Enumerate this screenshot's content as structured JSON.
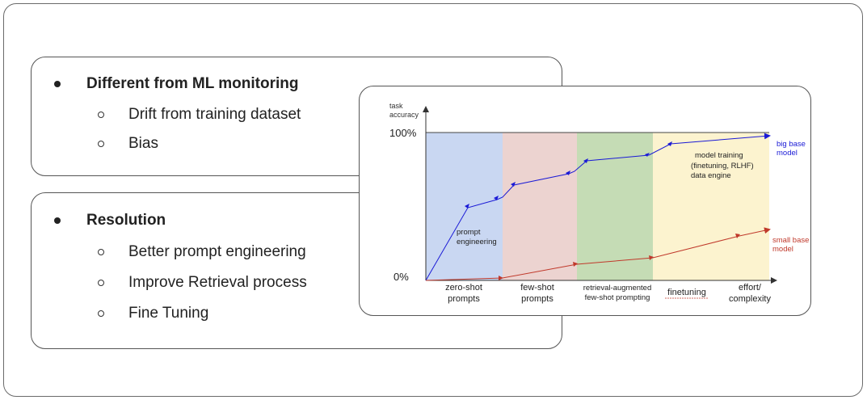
{
  "bullets": {
    "section1": {
      "heading": "Different from ML monitoring",
      "items": [
        "Drift from training dataset",
        "Bias"
      ]
    },
    "section2": {
      "heading": "Resolution",
      "items": [
        "Better prompt engineering",
        "Improve Retrieval process",
        "Fine Tuning"
      ]
    }
  },
  "diagram": {
    "y_axis_label_line1": "task",
    "y_axis_label_line2": "accuracy",
    "y_tick_top": "100%",
    "y_tick_bottom": "0%",
    "stages": [
      {
        "line1": "zero-shot",
        "line2": "prompts",
        "color": "#c9d7f2"
      },
      {
        "line1": "few-shot",
        "line2": "prompts",
        "color": "#ecd3d0"
      },
      {
        "line1": "retrieval-augmented",
        "line2": "few-shot prompting",
        "color": "#c5dcb5"
      },
      {
        "line1": "finetuning",
        "line2": "",
        "color": "#fcf3cf"
      }
    ],
    "x_end_line1": "effort/",
    "x_end_line2": "complexity",
    "annotation_prompt_line1": "prompt",
    "annotation_prompt_line2": "engineering",
    "annotation_training_line1": "model training",
    "annotation_training_line2": "(finetuning, RLHF)",
    "annotation_training_line3": "data engine",
    "big_model_line1": "big base",
    "big_model_line2": "model",
    "small_model_line1": "small base",
    "small_model_line2": "model",
    "big_color": "#1a1ad6",
    "small_color": "#c0392b"
  }
}
